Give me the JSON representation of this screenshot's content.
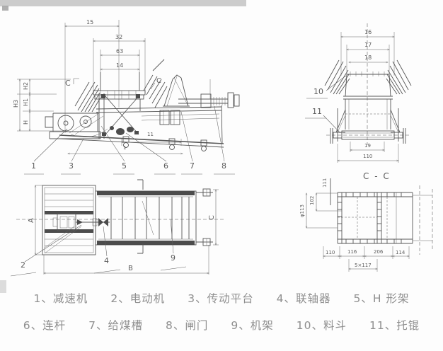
{
  "page": {
    "background": "#fdfdfd",
    "ink": "#4a4a4a",
    "dim_ink": "#555555",
    "legend_ink": "#8f8f8f"
  },
  "views": {
    "side": {
      "dims_top": [
        "15",
        "32",
        "63",
        "14"
      ],
      "dims_left": [
        "H3",
        "H2",
        "H1",
        "H"
      ],
      "dims_inner": [
        "11",
        "1"
      ],
      "section_left": "C",
      "section_right": "C",
      "leaders": [
        "1",
        "3",
        "5",
        "6",
        "7",
        "8"
      ]
    },
    "end": {
      "dims_top": [
        "16",
        "17",
        "18"
      ],
      "dims_bottom": [
        "19",
        "110"
      ],
      "leaders": [
        "10",
        "11"
      ]
    },
    "plan": {
      "dim_a": "A",
      "dim_b": "B",
      "dim_c": "C",
      "leaders": [
        "2",
        "4",
        "9"
      ]
    },
    "section": {
      "title": "C - C",
      "dims_left": [
        "111",
        "102",
        "φ113"
      ],
      "dims_bottom": [
        "110",
        "116",
        "206",
        "114"
      ],
      "dim_note": "5×117"
    }
  },
  "legend": {
    "items": [
      {
        "num": "1、",
        "name": "减速机"
      },
      {
        "num": "2、",
        "name": "电动机"
      },
      {
        "num": "3、",
        "name": "传动平台"
      },
      {
        "num": "4、",
        "name": "联轴器"
      },
      {
        "num": "5、",
        "name": "H 形架"
      },
      {
        "num": "6、",
        "name": "连杆"
      },
      {
        "num": "7、",
        "name": "给煤槽"
      },
      {
        "num": "8、",
        "name": "闸门"
      },
      {
        "num": "9、",
        "name": "机架"
      },
      {
        "num": "10、",
        "name": "料斗"
      },
      {
        "num": "11、",
        "name": "托锟"
      }
    ]
  }
}
